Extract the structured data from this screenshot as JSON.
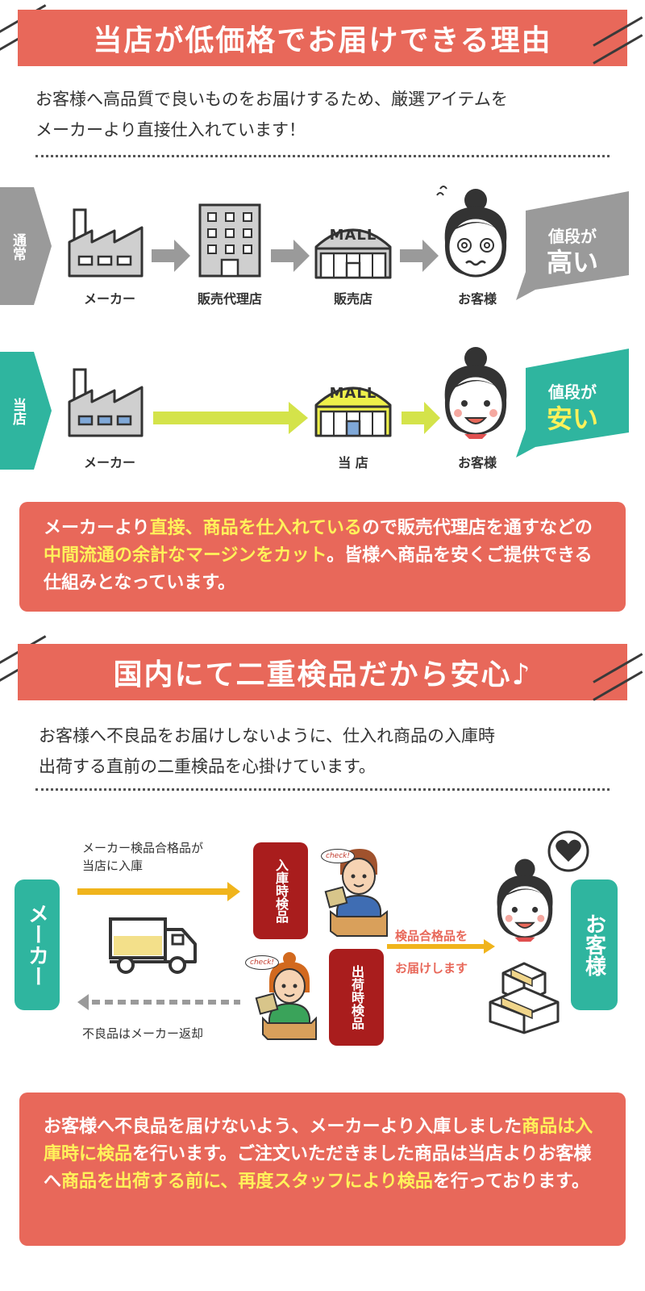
{
  "section1": {
    "title": "当店が低価格でお届けできる理由",
    "intro_line1": "お客様へ高品質で良いものをお届けするため、厳選アイテムを",
    "intro_line2": "メーカーより直接仕入れています！",
    "normal_row": {
      "tag": "通常",
      "steps": [
        "メーカー",
        "販売代理店",
        "販売店",
        "お客様"
      ],
      "mall_sign": "MALL",
      "price_line1": "値段が",
      "price_line2": "高い"
    },
    "our_row": {
      "tag": "当店",
      "steps": [
        "メーカー",
        "当 店",
        "お客様"
      ],
      "mall_sign": "MALL",
      "price_line1": "値段が",
      "price_line2": "安い"
    },
    "message": {
      "p1": "メーカーより",
      "h1": "直接、商品を仕入れている",
      "p2": "ので販売代理店を通すなどの",
      "h2": "中間流通の余計なマージンをカット",
      "p3": "。皆様へ商品を安くご提供できる仕組みとなっています。"
    }
  },
  "section2": {
    "title": "国内にて二重検品だから安心♪",
    "intro_line1": "お客様へ不良品をお届けしないように、仕入れ商品の入庫時",
    "intro_line2": "出荷する直前の二重検品を心掛けています。",
    "maker_label": "メーカー",
    "customer_label": "お客様",
    "arrival_note_line1": "メーカー検品合格品が",
    "arrival_note_line2": "当店に入庫",
    "inbound_check": "入庫時検品",
    "outbound_check": "出荷時検品",
    "deliver_note_line1": "検品合格品を",
    "deliver_note_line2": "お届けします",
    "return_note": "不良品はメーカー返却",
    "check_tag": "check!",
    "message": {
      "p1": "お客様へ不良品を届けないよう、メーカーより入庫しました",
      "h1": "商品は入庫時に検品",
      "p2": "を行います。ご注文いただきました商品は当店よりお客様へ",
      "h2": "商品を出荷する前に、再度スタッフにより検品",
      "p3": "を行っております。"
    }
  },
  "colors": {
    "banner": "#e8685a",
    "highlight": "#fff25a",
    "teal": "#2fb59f",
    "gray": "#9a9a9a",
    "lime": "#d4e34a",
    "dark_red": "#a91d1d",
    "orange": "#f0b41c"
  }
}
